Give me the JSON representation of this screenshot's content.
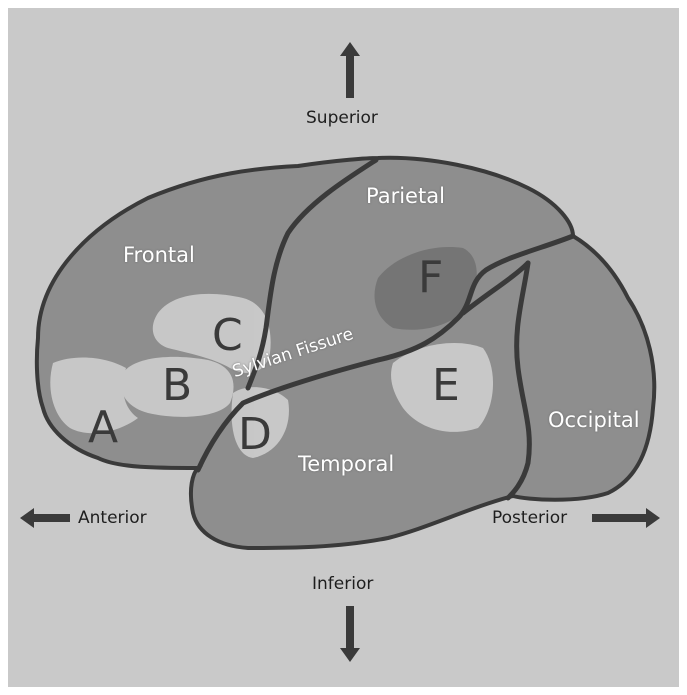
{
  "directions": {
    "superior": "Superior",
    "inferior": "Inferior",
    "anterior": "Anterior",
    "posterior": "Posterior"
  },
  "lobes": {
    "frontal": "Frontal",
    "parietal": "Parietal",
    "temporal": "Temporal",
    "occipital": "Occipital"
  },
  "fissure": "Sylvian Fissure",
  "regions": [
    "A",
    "B",
    "C",
    "D",
    "E",
    "F"
  ],
  "colors": {
    "background": "#c9c9c9",
    "brain": "#8e8e8e",
    "outline": "#3a3a3a",
    "highlight": "#d9d9d9",
    "text_dark": "#1e1e1e",
    "text_light": "#ffffff"
  }
}
